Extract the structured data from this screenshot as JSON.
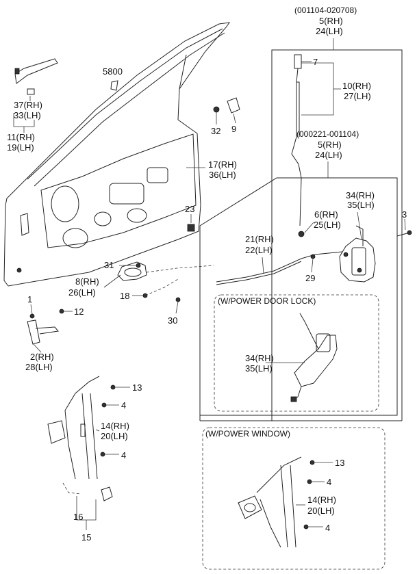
{
  "labels": {
    "date_top": "(001104-020708)",
    "top_rh": "5(RH)",
    "top_lh": "24(LH)",
    "n7": "7",
    "n10rh": "10(RH)",
    "n27lh": "27(LH)",
    "date_mid": "(000221-001104)",
    "mid_rh": "5(RH)",
    "mid_lh": "24(LH)",
    "n34rh": "34(RH)",
    "n35lh": "35(LH)",
    "n6rh": "6(RH)",
    "n25lh": "25(LH)",
    "n3": "3",
    "n21rh": "21(RH)",
    "n22lh": "22(LH)",
    "n29": "29",
    "n5800": "5800",
    "n37rh": "37(RH)",
    "n33lh": "33(LH)",
    "n11rh": "11(RH)",
    "n19lh": "19(LH)",
    "n32": "32",
    "n9": "9",
    "n17rh": "17(RH)",
    "n36lh": "36(LH)",
    "n23": "23",
    "n31": "31",
    "n8rh": "8(RH)",
    "n26lh": "26(LH)",
    "n18": "18",
    "n30": "30",
    "n1": "1",
    "n12": "12",
    "n2rh": "2(RH)",
    "n28lh": "28(LH)",
    "n13a": "13",
    "n4a": "4",
    "n14rh": "14(RH)",
    "n20lh": "20(LH)",
    "n4b": "4",
    "n16": "16",
    "n15": "15",
    "pdl_title": "(W/POWER DOOR LOCK)",
    "pdl_34rh": "34(RH)",
    "pdl_35lh": "35(LH)",
    "pw_title": "(W/POWER WINDOW)",
    "pw_13": "13",
    "pw_4a": "4",
    "pw_14rh": "14(RH)",
    "pw_20lh": "20(LH)",
    "pw_4b": "4"
  }
}
